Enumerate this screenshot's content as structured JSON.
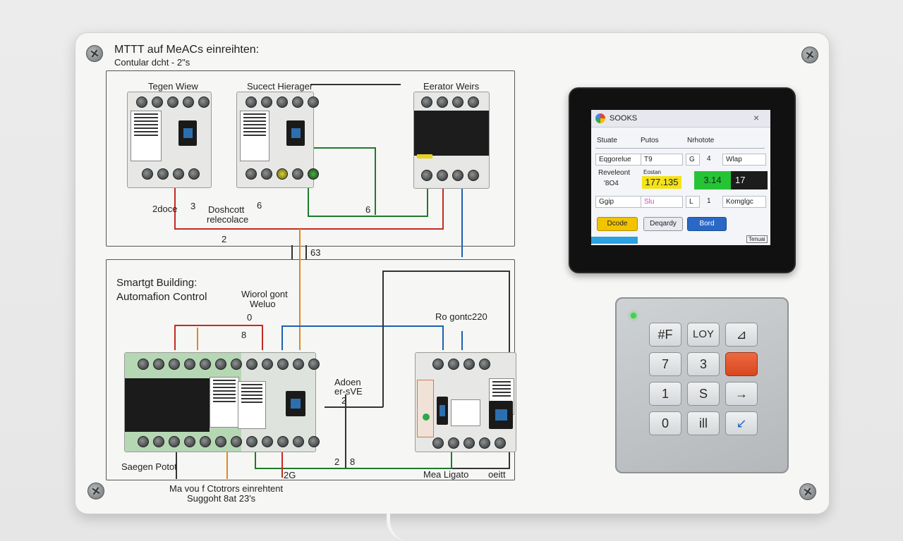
{
  "panel": {
    "heading": "MTTT auf MeACs einreihten:",
    "subheading": "Contular dcht - 2\"s",
    "section_top": {
      "label_left": "Tegen Wiew",
      "label_mid": "Sucect Hierager",
      "label_right": "Eerator Weirs",
      "note_2doce": "2doce",
      "note_3": "3",
      "note_desc1": "Doshcott",
      "note_desc2": "relecolace",
      "note_6a": "6",
      "note_6b": "6",
      "note_2": "2"
    },
    "between_label": "63",
    "section_bottom": {
      "title1": "Smartgt Building:",
      "title2": "Automafion Control",
      "label_w1": "Wiorol gont",
      "label_w2": "Weluo",
      "label_0": "0",
      "label_8": "8",
      "label_ro": "Ro gontc220",
      "adder1": "Adoen",
      "adder2": "er-sVE",
      "adder3": "2",
      "saegen": "Saegen Potot",
      "label_2": "2",
      "label_8b": "8",
      "label_2a": "2G",
      "mea_ligato": "Mea Ligato",
      "oetit": "oeitt"
    },
    "bottom_caption1": "Ma vou f Ctotrors einrehtent",
    "bottom_caption2": "Suggoht 8at 23's"
  },
  "screen": {
    "title": "SOOKS",
    "close": "×",
    "col1": "Stuate",
    "col2": "Putos",
    "col3": "Nrhotote",
    "row1_a": "Eqgorelue",
    "row1_b": "T9",
    "row1_c": "G",
    "row1_d": "4",
    "row1_e": "Wlap",
    "row2_a": "Reveleont",
    "row2_a2": "'8O4",
    "row2_b_top": "Eostan",
    "row2_b": "177.135",
    "row2_c": "3.14",
    "row2_d": "17",
    "row3_a": "Ggip",
    "row3_b": "Slu",
    "row3_c": "L",
    "row3_d": "1",
    "row3_e": "Komglgc",
    "btn1": "Dcode",
    "btn2": "Deqardy",
    "btn3": "Bord",
    "footer_right": "Tenuai"
  },
  "keypad": {
    "keys": [
      "#F",
      "LOY",
      "⊿",
      "7",
      "3",
      "",
      "1",
      "S",
      "→",
      "0",
      "ill",
      "↙"
    ],
    "led_color": "#3fd34a",
    "accent_key_color": "#e2542e"
  }
}
